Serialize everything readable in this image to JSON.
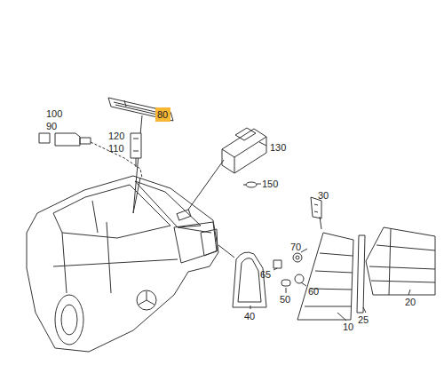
{
  "diagram": {
    "nodes": [
      {
        "text": [
          "80"
        ]
      }
    ],
    "labels": [
      "100",
      "90",
      "120",
      "110",
      "130",
      "150",
      "30",
      "70",
      "65",
      "60",
      "50",
      "40",
      "10",
      "25",
      "20"
    ]
  }
}
